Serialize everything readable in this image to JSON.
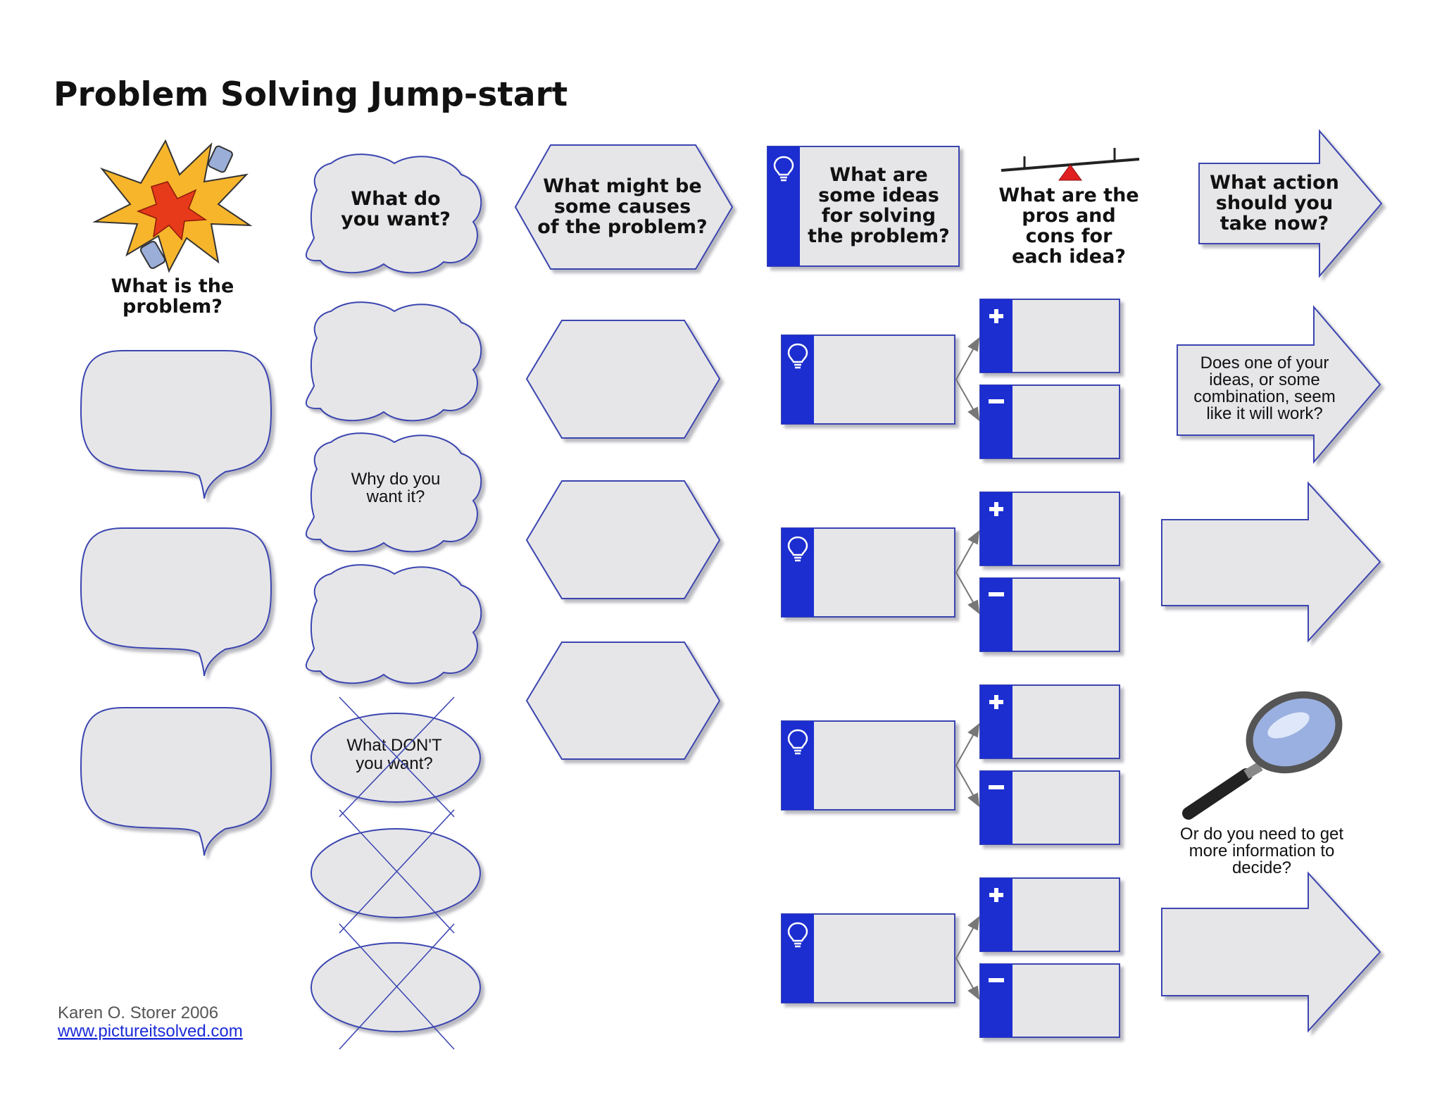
{
  "title": "Problem Solving Jump-start",
  "columns": {
    "problem": {
      "heading": [
        "What is the",
        "problem?"
      ]
    },
    "want": {
      "heading": [
        "What do",
        "you want?"
      ],
      "why_label": [
        "Why do you",
        "want it?"
      ],
      "dont_label": [
        "What DON'T",
        "you want?"
      ]
    },
    "causes": {
      "heading": [
        "What might be",
        "some causes",
        "of the problem?"
      ]
    },
    "ideas": {
      "heading": [
        "What are",
        "some ideas",
        "for solving",
        "the problem?"
      ]
    },
    "pros_cons": {
      "heading": [
        "What are the",
        "pros and",
        "cons for",
        "each idea?"
      ]
    },
    "action": {
      "heading": [
        "What action",
        "should you",
        "take now?"
      ],
      "works_label": [
        "Does one of your",
        "ideas, or some",
        "combination, seem",
        "like it will work?"
      ],
      "more_info_label": [
        "Or do you need to get",
        "more information to",
        "decide?"
      ]
    }
  },
  "credit": {
    "author": "Karen O. Storer 2006",
    "url": "www.pictureitsolved.com"
  },
  "icons": [
    "explosion-icon",
    "seesaw-icon",
    "lightbulb-icon",
    "plus-icon",
    "minus-icon",
    "magnifying-glass-icon"
  ],
  "colors": {
    "outline": "#3a44b0",
    "fill": "#e6e6e8",
    "accent": "#1b2fd0",
    "shadow": "#bcbcc4",
    "seesaw": "#e02020"
  }
}
